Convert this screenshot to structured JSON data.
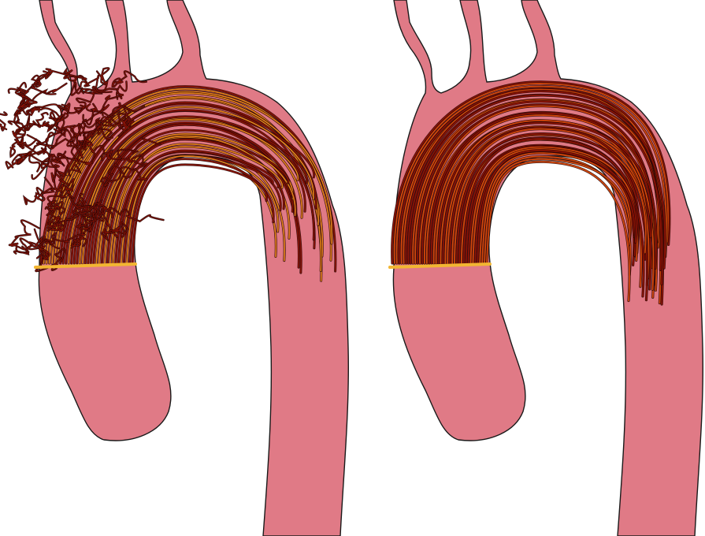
{
  "figure": {
    "panels": [
      {
        "id": "left",
        "pattern": "disturbed-helical-flow"
      },
      {
        "id": "right",
        "pattern": "organized-laminar-flow"
      }
    ]
  },
  "colors": {
    "background": "#ffffff",
    "vessel_fill": "#e07a86",
    "vessel_outline": "#1a1a1a",
    "inlet_plane": "#f2b632",
    "streamline_dark": "#2a0505",
    "streamline_mid": "#8e1305",
    "streamline_bright": "#d94a0c",
    "streamline_hot": "#f08a1c"
  }
}
